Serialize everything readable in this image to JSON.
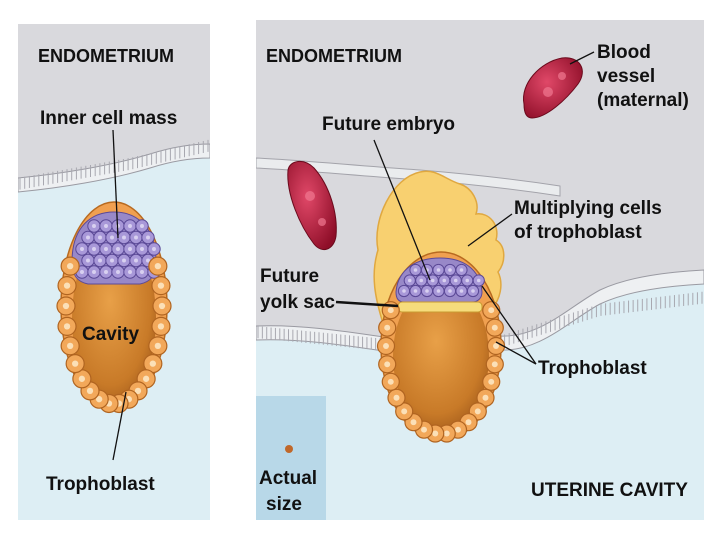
{
  "left_panel": {
    "title": "ENDOMETRIUM",
    "inner_cell_mass": "Inner cell mass",
    "cavity": "Cavity",
    "trophoblast": "Trophoblast"
  },
  "right_panel": {
    "title": "ENDOMETRIUM",
    "blood_vessel": [
      "Blood",
      "vessel",
      "(maternal)"
    ],
    "future_embryo": "Future embryo",
    "multiplying": [
      "Multiplying cells",
      "of trophoblast"
    ],
    "future_yolk_sac": [
      "Future",
      "yolk sac"
    ],
    "trophoblast": "Trophoblast",
    "actual_size": [
      "Actual",
      "size"
    ],
    "uterine_cavity": "UTERINE CAVITY"
  },
  "colors": {
    "endometrium": "#d9d9dd",
    "uterine_cavity": "#ddeef4",
    "epithelium": "#eef0f2",
    "trophoblast": "#f0a050",
    "inner_cell_mass": "#9888c8",
    "cavity": "#c87a28",
    "syncytio": "#f8d070",
    "blood_vessel": "#b01838",
    "actual_size_dot": "#c0682a"
  }
}
